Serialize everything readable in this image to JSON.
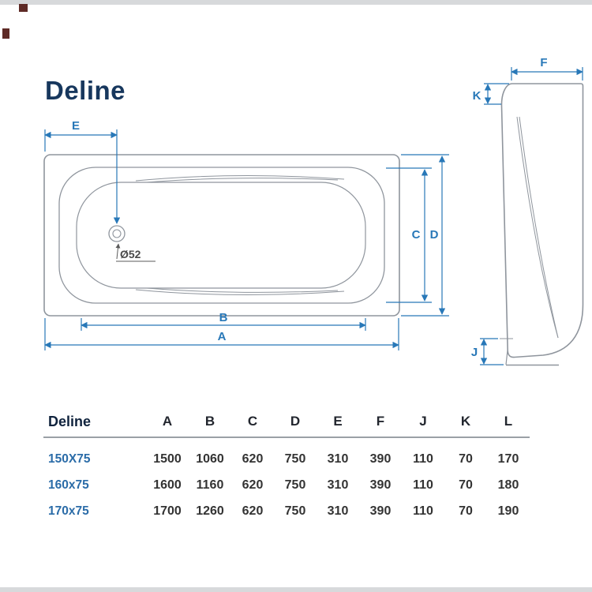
{
  "title": "Deline",
  "diagram": {
    "dim_labels": {
      "A": "A",
      "B": "B",
      "C": "C",
      "D": "D",
      "E": "E",
      "F": "F",
      "J": "J",
      "K": "K"
    },
    "drain_diameter_label": "Ø52"
  },
  "colors": {
    "dimension_blue": "#2878b8",
    "drawing_gray": "#8f959d",
    "title_navy": "#17375d"
  },
  "table": {
    "headers": [
      "Deline",
      "A",
      "B",
      "C",
      "D",
      "E",
      "F",
      "J",
      "K",
      "L"
    ],
    "rows": [
      {
        "label": "150X75",
        "values": [
          "1500",
          "1060",
          "620",
          "750",
          "310",
          "390",
          "110",
          "70",
          "170"
        ]
      },
      {
        "label": "160x75",
        "values": [
          "1600",
          "1160",
          "620",
          "750",
          "310",
          "390",
          "110",
          "70",
          "180"
        ]
      },
      {
        "label": "170x75",
        "values": [
          "1700",
          "1260",
          "620",
          "750",
          "310",
          "390",
          "110",
          "70",
          "190"
        ]
      }
    ]
  }
}
